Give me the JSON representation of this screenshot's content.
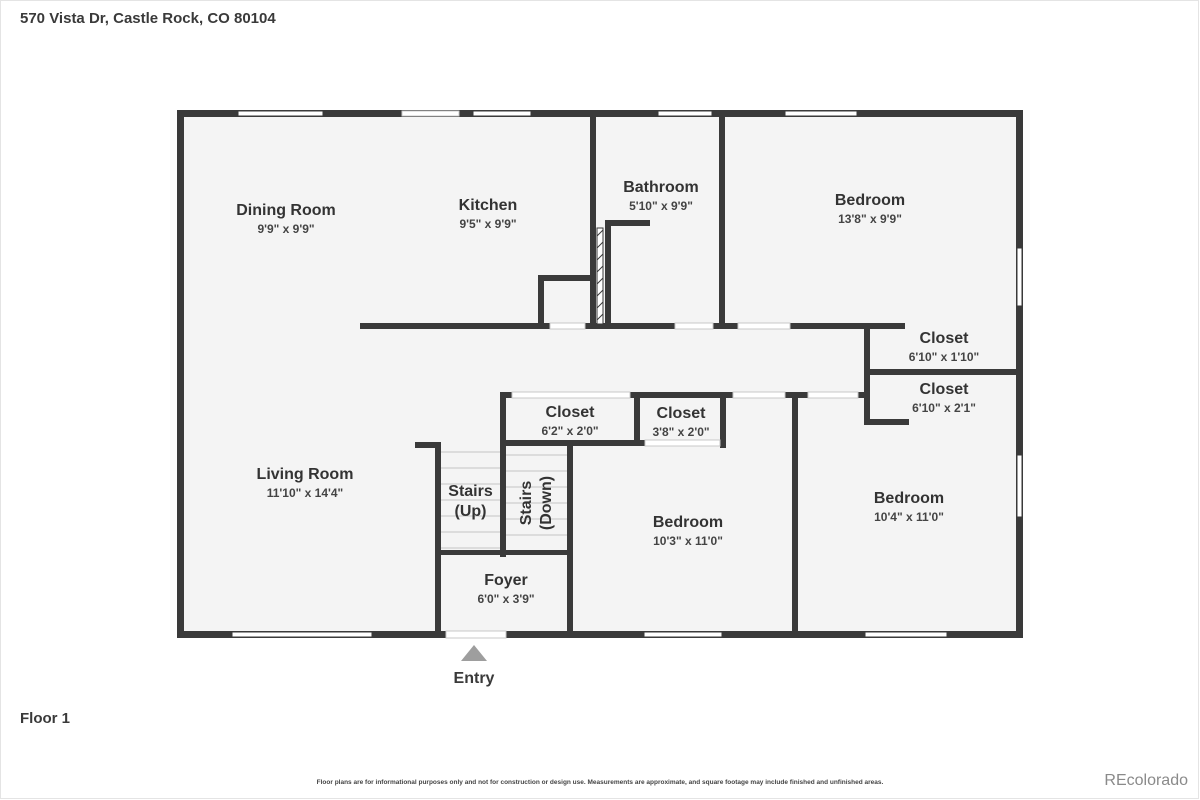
{
  "header": {
    "address": "570 Vista Dr, Castle Rock, CO 80104"
  },
  "floor": {
    "label": "Floor 1"
  },
  "entry": {
    "label": "Entry"
  },
  "rooms": [
    {
      "name": "Dining Room",
      "dims": "9'9\" x 9'9\""
    },
    {
      "name": "Kitchen",
      "dims": "9'5\" x 9'9\""
    },
    {
      "name": "Bathroom",
      "dims": "5'10\" x 9'9\""
    },
    {
      "name": "Bedroom",
      "dims": "13'8\" x 9'9\""
    },
    {
      "name": "Closet",
      "dims": "6'10\" x 1'10\""
    },
    {
      "name": "Closet",
      "dims": "6'10\" x 2'1\""
    },
    {
      "name": "Closet",
      "dims": "6'2\" x 2'0\""
    },
    {
      "name": "Closet",
      "dims": "3'8\" x 2'0\""
    },
    {
      "name": "Living Room",
      "dims": "11'10\" x 14'4\""
    },
    {
      "name": "Bedroom",
      "dims": "10'3\" x 11'0\""
    },
    {
      "name": "Bedroom",
      "dims": "10'4\" x 11'0\""
    },
    {
      "name": "Foyer",
      "dims": "6'0\" x 3'9\""
    }
  ],
  "stairs": {
    "up": {
      "line1": "Stairs",
      "line2": "(Up)"
    },
    "down": {
      "line1": "Stairs",
      "line2": "(Down)"
    }
  },
  "footer": {
    "disclaimer": "Floor plans are for informational purposes only and not for construction or design use. Measurements are approximate, and square footage may include finished and unfinished areas.",
    "brand": "REcolorado"
  },
  "colors": {
    "wall": "#3a3a3a",
    "floor": "#f4f4f4",
    "window": "#ffffff"
  }
}
